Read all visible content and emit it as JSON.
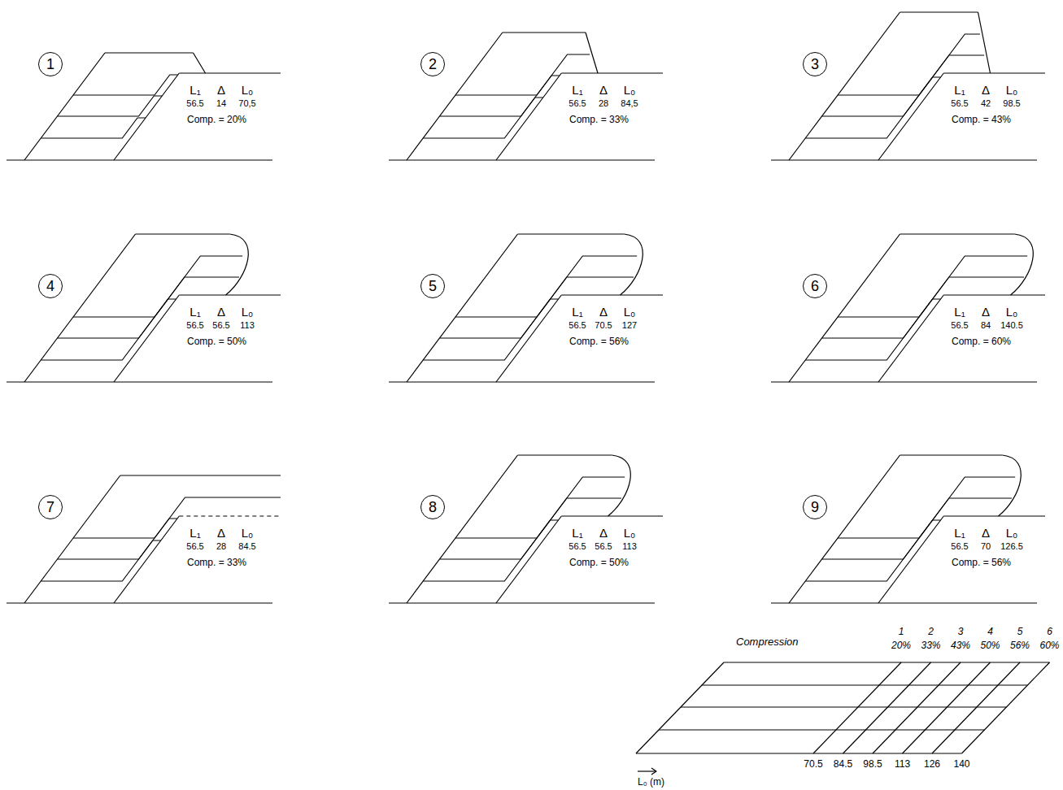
{
  "diagram": {
    "nodes": [
      {
        "text": [
          "1"
        ]
      },
      {
        "text": [
          "2"
        ]
      },
      {
        "text": [
          "3"
        ]
      },
      {
        "text": [
          "4"
        ]
      },
      {
        "text": [
          "5"
        ]
      },
      {
        "text": [
          "6"
        ]
      },
      {
        "text": [
          "7"
        ]
      },
      {
        "text": [
          "8"
        ]
      },
      {
        "text": [
          "9"
        ]
      }
    ],
    "labels": [
      "L₁",
      "Δ",
      "L₀",
      "56.5",
      "14",
      "70,5",
      "Comp. = 20%",
      "L₁",
      "Δ",
      "L₀",
      "56.5",
      "28",
      "84,5",
      "Comp. = 33%",
      "L₁",
      "Δ",
      "L₀",
      "56.5",
      "42",
      "98.5",
      "Comp. = 43%",
      "L₁",
      "Δ",
      "L₀",
      "56.5",
      "56.5",
      "113",
      "Comp. = 50%",
      "L₁",
      "Δ",
      "L₀",
      "56.5",
      "70.5",
      "127",
      "Comp. = 56%",
      "L₁",
      "Δ",
      "L₀",
      "56.5",
      "84",
      "140.5",
      "Comp. = 60%",
      "L₁",
      "Δ",
      "L₀",
      "56.5",
      "28",
      "84.5",
      "Comp. = 33%",
      "L₁",
      "Δ",
      "L₀",
      "56.5",
      "56.5",
      "113",
      "Comp. = 50%",
      "L₁",
      "Δ",
      "L₀",
      "56.5",
      "70",
      "126.5",
      "Comp. = 56%",
      "Compression",
      "1",
      "20%",
      "2",
      "33%",
      "3",
      "43%",
      "4",
      "50%",
      "5",
      "56%",
      "6",
      "60%",
      "70.5",
      "84.5",
      "98.5",
      "113",
      "126",
      "140",
      "L₀ (m)"
    ]
  }
}
